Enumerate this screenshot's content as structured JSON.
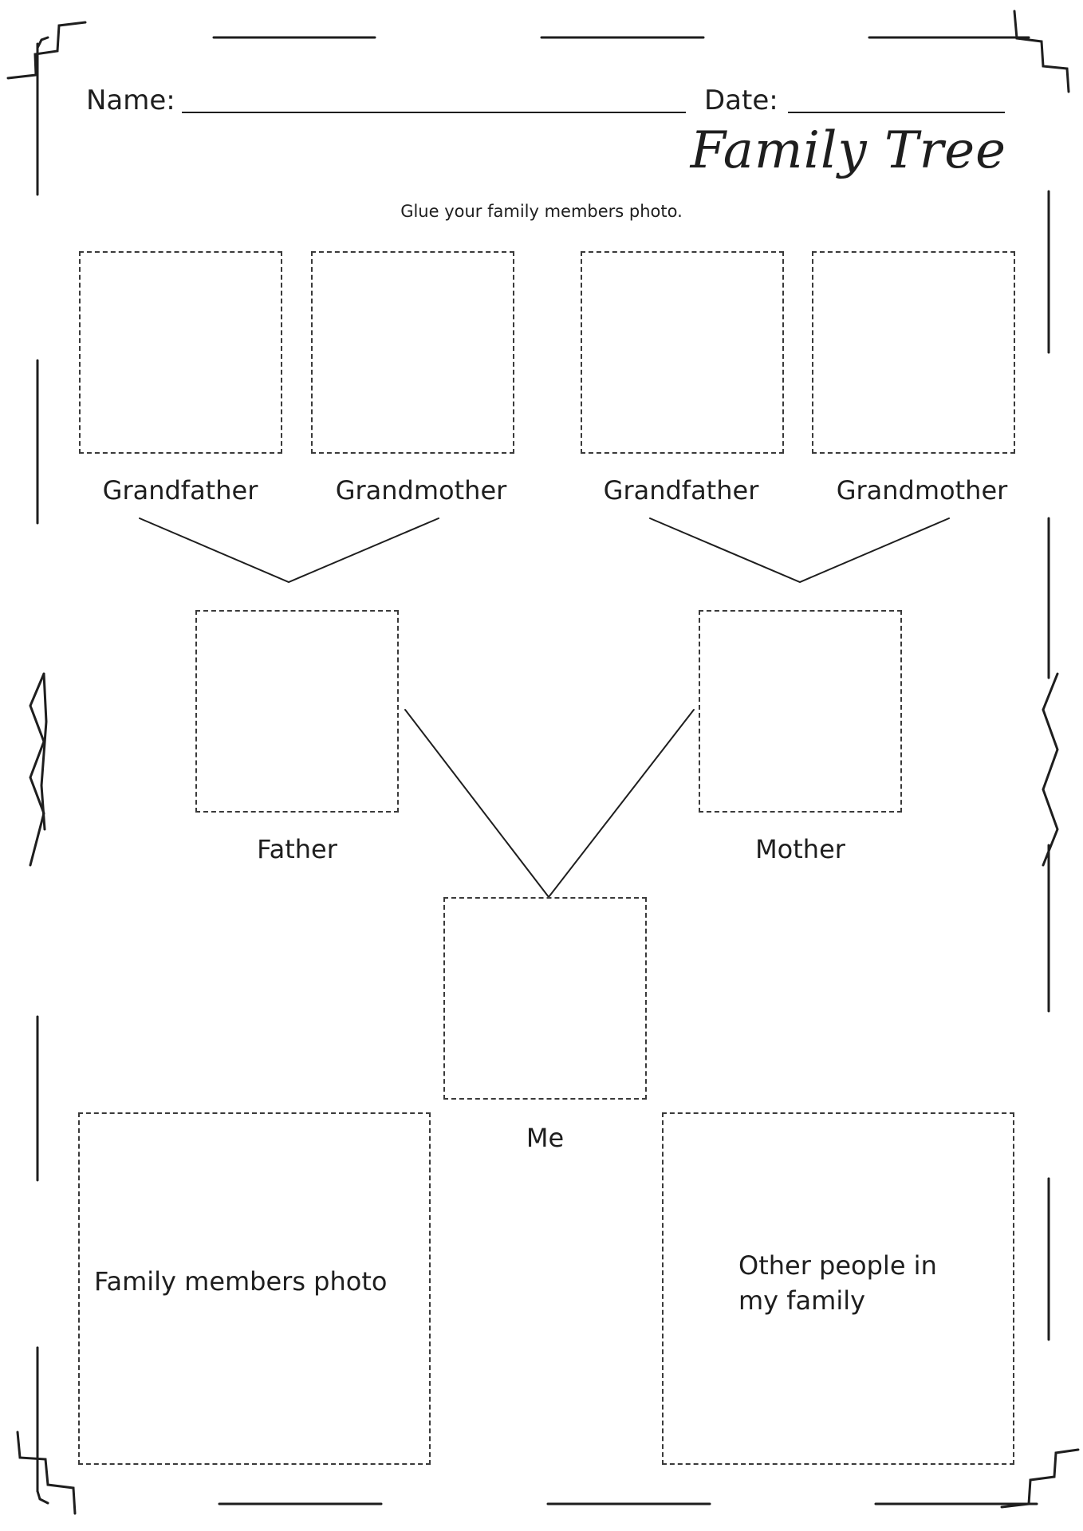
{
  "header": {
    "name_label": "Name:",
    "date_label": "Date:"
  },
  "title": "Family Tree",
  "instruction": "Glue your family members photo.",
  "grandparents": {
    "paternal_grandfather": "Grandfather",
    "paternal_grandmother": "Grandmother",
    "maternal_grandfather": "Grandfather",
    "maternal_grandmother": "Grandmother"
  },
  "parents": {
    "father": "Father",
    "mother": "Mother"
  },
  "self": "Me",
  "family_photo_label": "Family members photo",
  "other_people_label_line1": "Other people in",
  "other_people_label_line2": "my family",
  "colors": {
    "ink": "#1e1e1e",
    "background": "#ffffff"
  }
}
